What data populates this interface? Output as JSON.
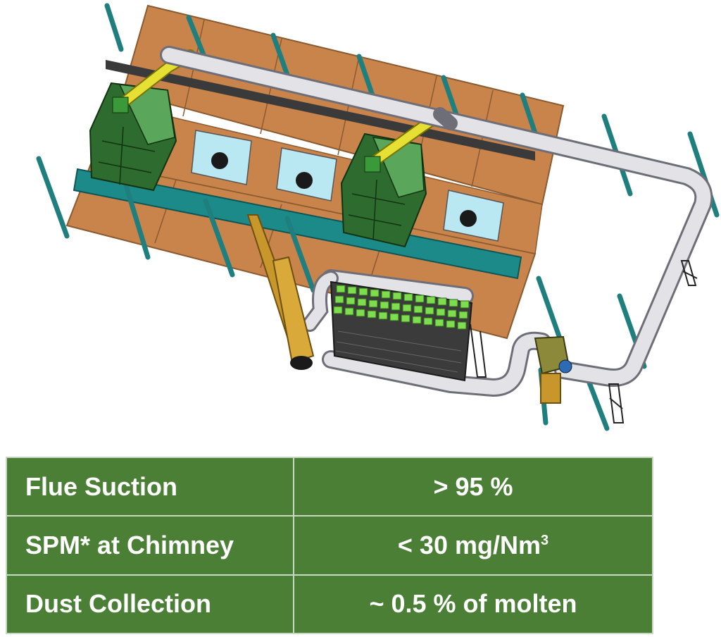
{
  "colors": {
    "floor": "#c9844b",
    "floor_line": "#8a5a30",
    "pillar": "#1f7f7f",
    "hood": "#2e6b2e",
    "duct_yellow": "#e6e035",
    "pipe": "#d8d8dc",
    "window": "#b9e7f2",
    "filter_green": "#7fdc4e",
    "chimney": "#c8972c",
    "table_bg": "#4a7f35",
    "table_border": "#c9d8c2"
  },
  "table": {
    "rows": [
      {
        "label": "Flue Suction",
        "value": "> 95 %"
      },
      {
        "label": "SPM* at Chimney",
        "value": "< 30 mg/Nm",
        "value_sup": "3"
      },
      {
        "label": "Dust Collection",
        "value": "~ 0.5 % of molten"
      }
    ]
  }
}
